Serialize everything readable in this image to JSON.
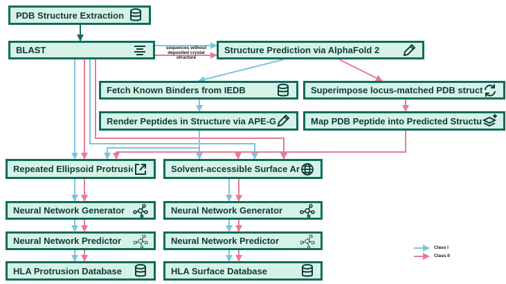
{
  "nodes": {
    "pdb": {
      "label": "PDB Structure Extraction",
      "icon": "database-icon"
    },
    "blast": {
      "label": "BLAST",
      "icon": "align-lines-icon"
    },
    "alphafold": {
      "label": "Structure Prediction via AlphaFold 2",
      "icon": "pencil-icon"
    },
    "iedb": {
      "label": "Fetch Known Binders from IEDB",
      "icon": "database-icon"
    },
    "superimpose": {
      "label": "Superimpose locus-matched PDB structures",
      "icon": "refresh-icon"
    },
    "apegen": {
      "label": "Render Peptides in Structure via APE-Gen",
      "icon": "pencil-icon"
    },
    "mappdb": {
      "label": "Map PDB Peptide into Predicted Structure",
      "icon": "layers-plus-icon"
    },
    "rep": {
      "label": "Repeated Ellipsoid Protrusion",
      "icon": "external-link-icon"
    },
    "sasa": {
      "label": "Solvent-accessible Surface Area",
      "icon": "globe-icon"
    },
    "nng1": {
      "label": "Neural Network Generator",
      "icon": "network-icon"
    },
    "nng2": {
      "label": "Neural Network Generator",
      "icon": "network-icon"
    },
    "nnp1": {
      "label": "Neural Network Predictor",
      "icon": "network-icon"
    },
    "nnp2": {
      "label": "Neural Network Predictor",
      "icon": "network-icon"
    },
    "db1": {
      "label": "HLA Protrusion Database",
      "icon": "database-icon"
    },
    "db2": {
      "label": "HLA Surface Database",
      "icon": "database-icon"
    }
  },
  "edge_note": "sequences without deposited crystal structure",
  "legend": {
    "class1": {
      "label": "Class I",
      "color": "#7cc4dd"
    },
    "class2": {
      "label": "Class II",
      "color": "#e8799a"
    }
  },
  "colors": {
    "box_fill": "#d6f2e7",
    "box_border": "#0b6b5c",
    "text": "#0a3d34",
    "main_arrow": "#0b6b5c"
  }
}
